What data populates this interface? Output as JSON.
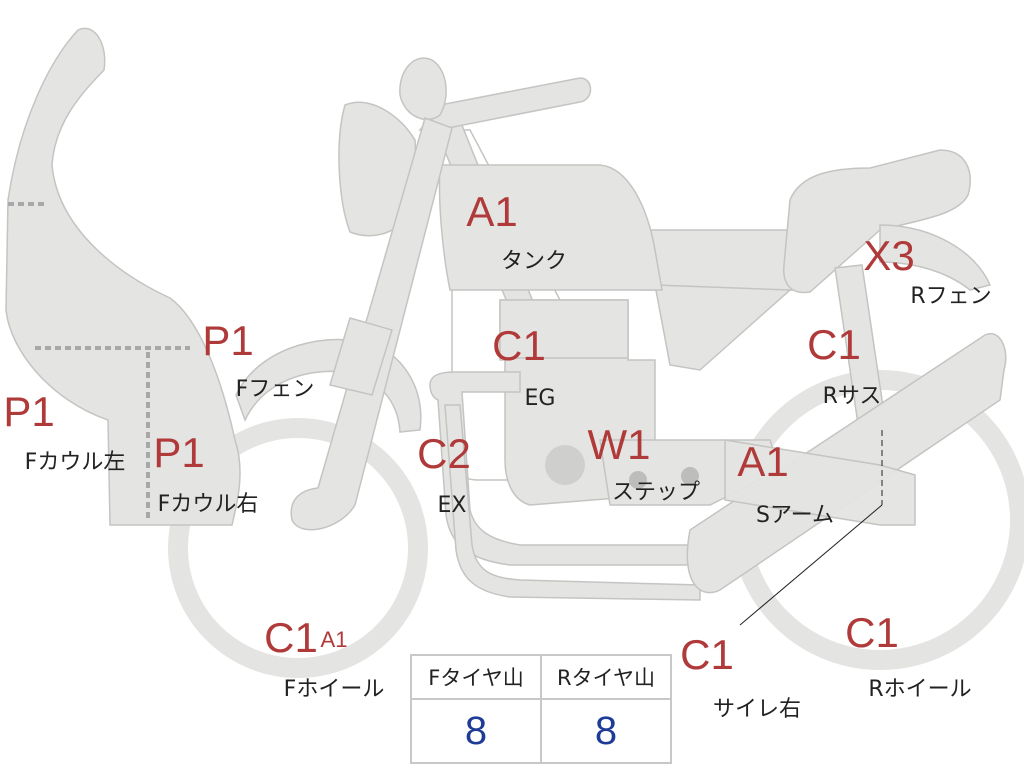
{
  "colors": {
    "part_fill": "#e4e4e2",
    "part_stroke": "#c4c4c2",
    "dotted_line": "#a8a8a8",
    "grade_text": "#b03a3a",
    "label_text": "#222222",
    "tire_value": "#1e3c96"
  },
  "parts": [
    {
      "id": "tank",
      "grade": "A1",
      "label": "タンク"
    },
    {
      "id": "engine",
      "grade": "C1",
      "label": "EG"
    },
    {
      "id": "exhaust",
      "grade": "C2",
      "label": "EX"
    },
    {
      "id": "step",
      "grade": "W1",
      "label": "ステップ"
    },
    {
      "id": "swingarm",
      "grade": "A1",
      "label": "Sアーム"
    },
    {
      "id": "rear-fender",
      "grade": "X3",
      "label": "Rフェン"
    },
    {
      "id": "rear-suspension",
      "grade": "C1",
      "label": "Rサス"
    },
    {
      "id": "front-fender",
      "grade": "P1",
      "label": "Fフェン"
    },
    {
      "id": "front-cowl-left",
      "grade": "P1",
      "label": "Fカウル左"
    },
    {
      "id": "front-cowl-right",
      "grade": "P1",
      "label": "Fカウル右"
    },
    {
      "id": "front-wheel",
      "grade": "C1",
      "grade2": "A1",
      "label": "Fホイール"
    },
    {
      "id": "silencer-right",
      "grade": "C1",
      "label": "サイレ右"
    },
    {
      "id": "rear-wheel",
      "grade": "C1",
      "label": "Rホイール"
    }
  ],
  "tire_table": {
    "headers": [
      "Fタイヤ山",
      "Rタイヤ山"
    ],
    "values": [
      "8",
      "8"
    ]
  }
}
